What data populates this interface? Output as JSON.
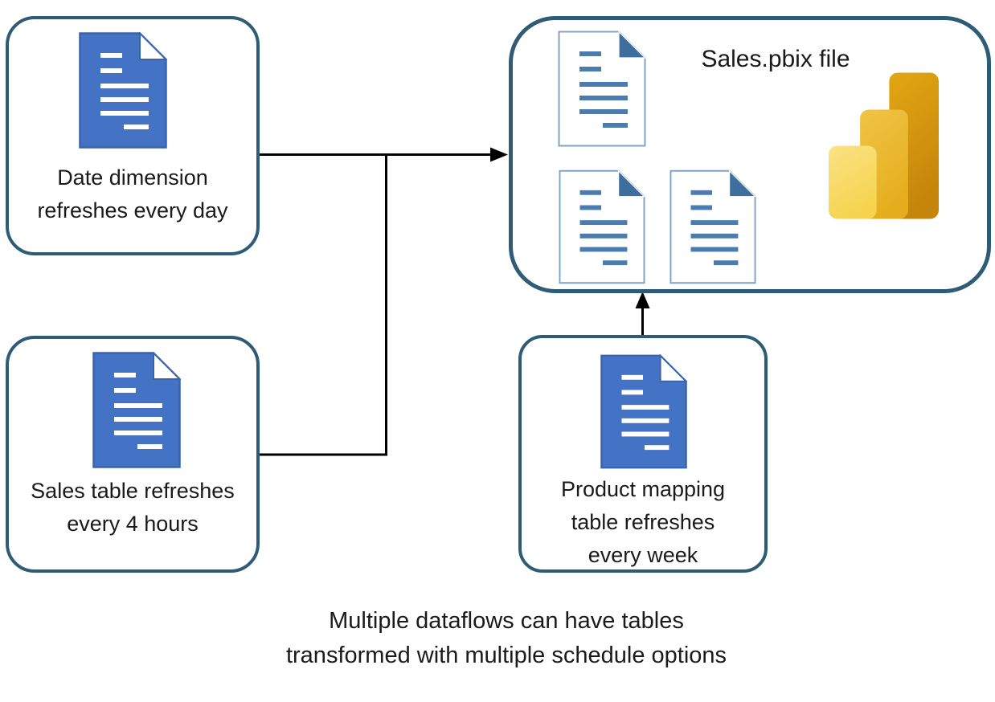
{
  "nodes": {
    "date_dimension": {
      "lines": [
        "Date dimension",
        "refreshes every day"
      ]
    },
    "sales_table": {
      "lines": [
        "Sales table refreshes",
        "every 4 hours"
      ]
    },
    "product_mapping": {
      "lines": [
        "Product mapping",
        "table refreshes",
        "every week"
      ]
    },
    "pbix": {
      "title": "Sales.pbix file"
    }
  },
  "caption": {
    "lines": [
      "Multiple dataflows can have tables",
      "transformed with multiple schedule options"
    ]
  },
  "icons": {
    "blue_document": "document-icon",
    "outline_document": "document-outline-icon",
    "power_bi": "power-bi-logo-icon",
    "arrow": "arrowhead-icon"
  },
  "colors": {
    "text": "#1a1a1a",
    "box_border": "#2e5b76",
    "doc_fill": "#4472c4",
    "doc_stroke": "#3a63ae",
    "doc_line_white": "#ffffff",
    "odoc_border": "#7fa3c4",
    "odoc_line": "#4b7cb0",
    "odoc_fold": "#3d6e9e",
    "arrow": "#000000",
    "pbi_light_top": "#fae285",
    "pbi_light_bottom": "#f6d44f",
    "pbi_mid_top": "#f0c446",
    "pbi_mid_bottom": "#e5ae1e",
    "pbi_dark_top": "#e2a713",
    "pbi_dark_bottom": "#c5850a"
  }
}
